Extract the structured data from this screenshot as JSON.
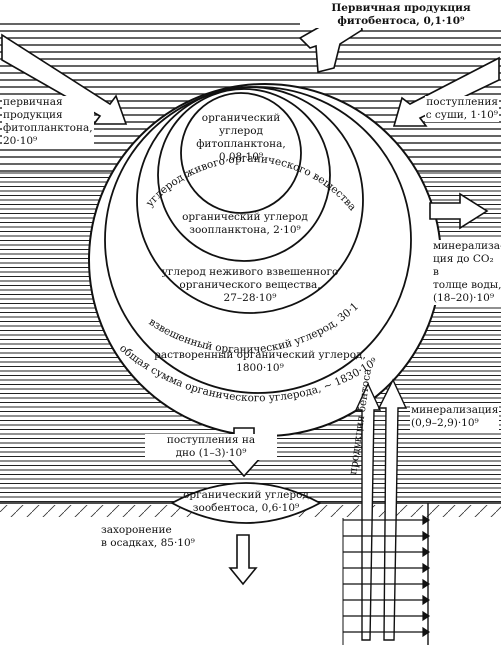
{
  "labels": {
    "top_benthos": [
      "Первичная продукция",
      "фитобентоса, 0,1·10⁹"
    ],
    "phytoplankton_primary": [
      "первичная",
      "продукция",
      "фитопланктона,",
      "20·10⁹"
    ],
    "land_input": [
      "поступления",
      "с суши, 1·10⁹"
    ],
    "mineralization_water": [
      "минерализа-",
      "ция до CO₂",
      "в",
      "толще воды,",
      "(18–20)·10⁹"
    ],
    "mineralization_bottom": [
      "минерализация",
      "(0,9–2,9)·10⁹"
    ],
    "bottom_input": [
      "поступления на",
      "дно (1–3)·10⁹"
    ],
    "burial": [
      "захоронение",
      "в осадках, 85·10⁹"
    ],
    "benthic_production": "продукция бентоса"
  },
  "circles": {
    "phyto": [
      "органический",
      "углерод",
      "фитопланктона,",
      "0,08·10⁹"
    ],
    "zoo": [
      "органический углерод",
      "зоопланктона, 2·10⁹"
    ],
    "living_arc": "углерод живого органического вещества",
    "nonliving": [
      "углерод неживого взвешенного",
      "органического вещества,",
      "27–28·10⁹"
    ],
    "suspended_arc": "взвешенный органический углерод, 30·10⁹",
    "dissolved": [
      "растворенный органический углерод,",
      "1800·10⁹"
    ],
    "total_arc": "общая сумма органического углерода, ~ 1830·10⁹"
  },
  "lens": [
    "органический углерод",
    "зообентоса, 0,6·10⁹"
  ]
}
